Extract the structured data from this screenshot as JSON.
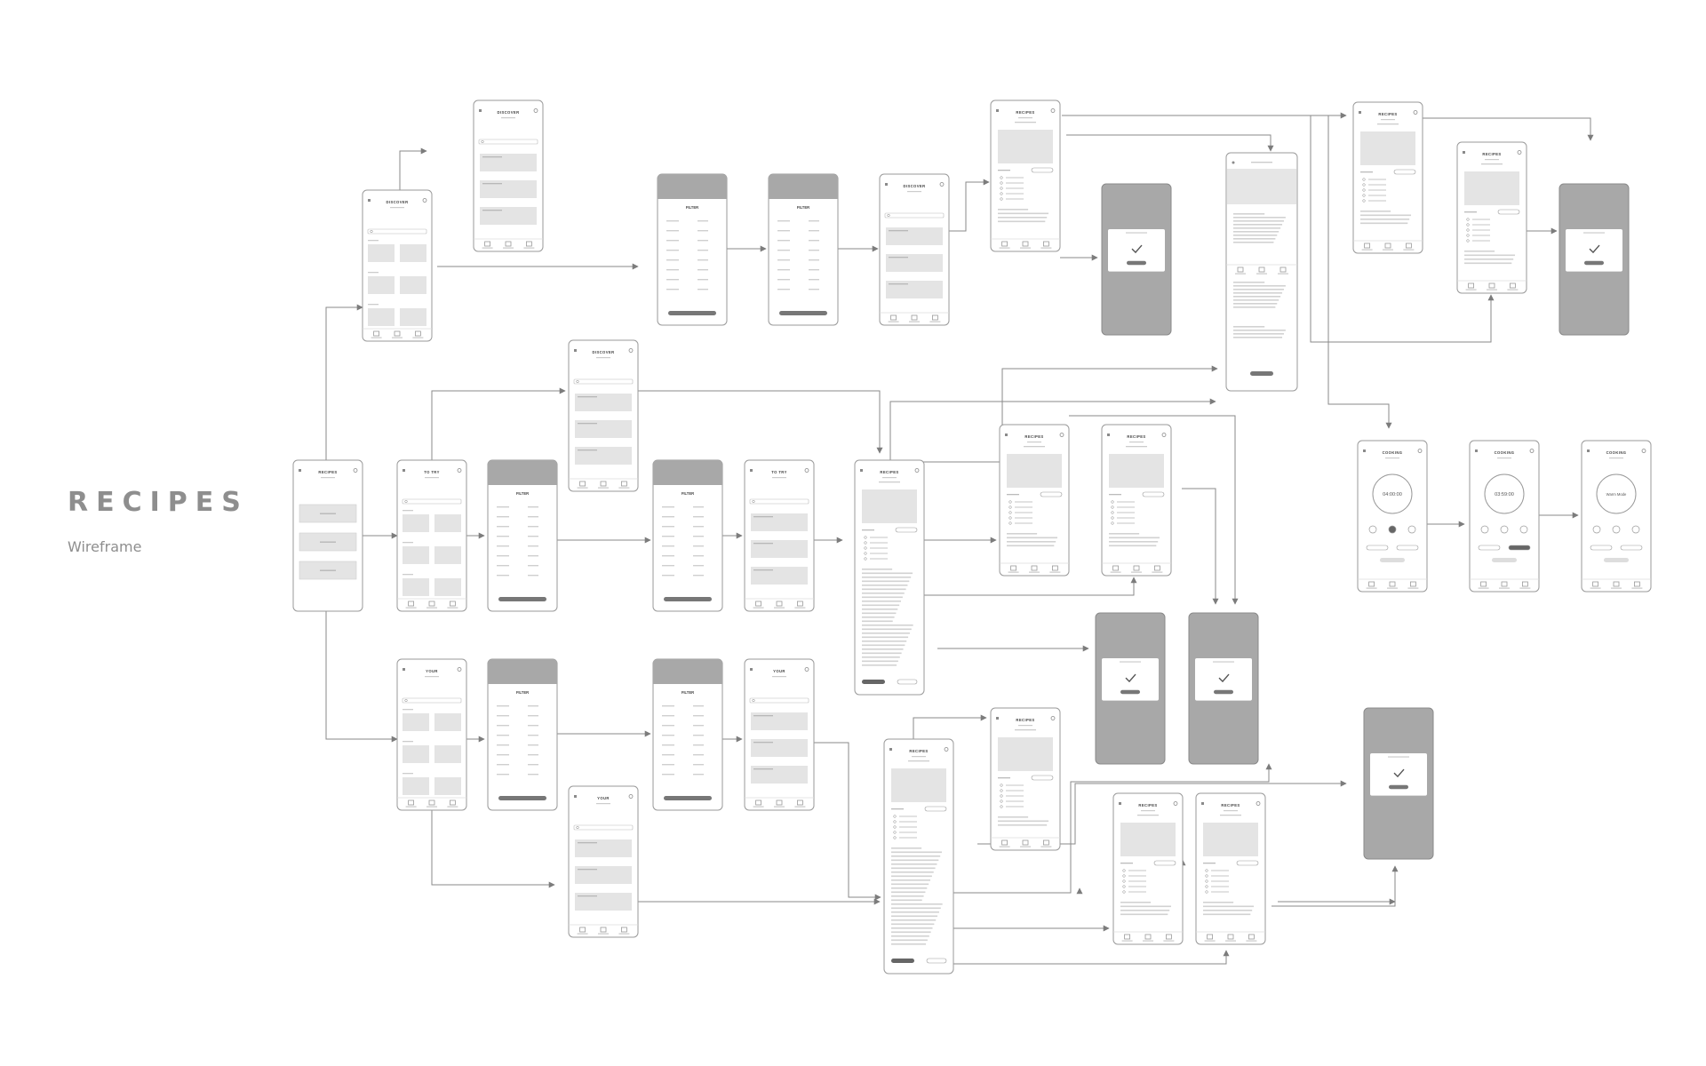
{
  "diagram": {
    "title": "RECIPES",
    "subtitle": "Wireframe"
  },
  "colors": {
    "frame_border": "#9a9a9a",
    "placeholder": "#e4e4e4",
    "dark_overlay": "#a8a8a8",
    "arrow": "#8a8a8a",
    "text": "#555555"
  },
  "screens": [
    {
      "name": "home",
      "title": "RECIPES",
      "kind": "home",
      "buttons": [
        "",
        "",
        ""
      ]
    },
    {
      "name": "discover-grid",
      "title": "DISCOVER",
      "kind": "grid"
    },
    {
      "name": "discover-list-top",
      "title": "DISCOVER",
      "kind": "list"
    },
    {
      "name": "filter-1",
      "title": "FILTER",
      "kind": "filter"
    },
    {
      "name": "filter-2",
      "title": "FILTER",
      "kind": "filter"
    },
    {
      "name": "discover-results",
      "title": "DISCOVER",
      "kind": "list"
    },
    {
      "name": "recipe-detail-top",
      "title": "RECIPES",
      "kind": "detail"
    },
    {
      "name": "confirm-overlay-top",
      "title": "",
      "kind": "overlay"
    },
    {
      "name": "recipe-long",
      "title": "",
      "kind": "long"
    },
    {
      "name": "recipe-right-1",
      "title": "RECIPES",
      "kind": "detail"
    },
    {
      "name": "recipe-right-2",
      "title": "RECIPES",
      "kind": "detail"
    },
    {
      "name": "cart-overlay-right",
      "title": "",
      "kind": "overlay"
    },
    {
      "name": "discover-list-mid",
      "title": "DISCOVER",
      "kind": "list"
    },
    {
      "name": "to-try-grid",
      "title": "TO TRY",
      "kind": "grid"
    },
    {
      "name": "filter-3",
      "title": "FILTER",
      "kind": "filter"
    },
    {
      "name": "filter-4",
      "title": "FILTER",
      "kind": "filter"
    },
    {
      "name": "to-try-results",
      "title": "TO TRY",
      "kind": "list"
    },
    {
      "name": "recipe-detail-mid",
      "title": "RECIPES",
      "kind": "detail"
    },
    {
      "name": "recipe-mid-1",
      "title": "RECIPES",
      "kind": "detail"
    },
    {
      "name": "recipe-mid-2",
      "title": "RECIPES",
      "kind": "detail"
    },
    {
      "name": "cooking-1",
      "title": "COOKING",
      "kind": "timer",
      "timer": "04:00:00"
    },
    {
      "name": "cooking-2",
      "title": "COOKING",
      "kind": "timer",
      "timer": "03:59:00"
    },
    {
      "name": "cooking-3",
      "title": "COOKING",
      "kind": "timer",
      "timer": "Warm Mode"
    },
    {
      "name": "confirm-overlay-mid",
      "title": "",
      "kind": "overlay"
    },
    {
      "name": "cart-overlay-mid",
      "title": "",
      "kind": "overlay"
    },
    {
      "name": "your-grid",
      "title": "YOUR",
      "kind": "grid"
    },
    {
      "name": "filter-5",
      "title": "FILTER",
      "kind": "filter"
    },
    {
      "name": "filter-6",
      "title": "FILTER",
      "kind": "filter"
    },
    {
      "name": "your-results",
      "title": "YOUR",
      "kind": "list"
    },
    {
      "name": "your-list",
      "title": "YOUR",
      "kind": "list"
    },
    {
      "name": "recipe-detail-bottom",
      "title": "RECIPES",
      "kind": "detail"
    },
    {
      "name": "recipe-bottom-top",
      "title": "RECIPES",
      "kind": "detail"
    },
    {
      "name": "recipe-bottom-1",
      "title": "RECIPES",
      "kind": "detail"
    },
    {
      "name": "recipe-bottom-2",
      "title": "RECIPES",
      "kind": "detail"
    },
    {
      "name": "cart-overlay-bottom",
      "title": "",
      "kind": "overlay"
    }
  ]
}
